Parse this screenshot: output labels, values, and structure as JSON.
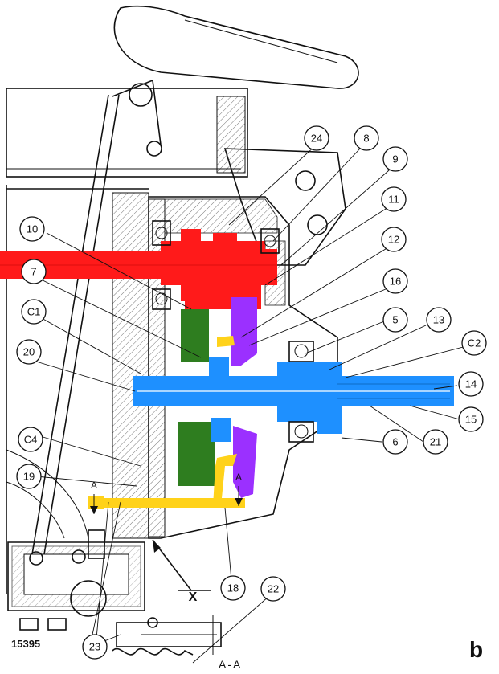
{
  "callouts": [
    {
      "id": "24",
      "label": "24"
    },
    {
      "id": "8",
      "label": "8"
    },
    {
      "id": "9",
      "label": "9"
    },
    {
      "id": "10",
      "label": "10"
    },
    {
      "id": "11",
      "label": "11"
    },
    {
      "id": "7",
      "label": "7"
    },
    {
      "id": "12",
      "label": "12"
    },
    {
      "id": "16",
      "label": "16"
    },
    {
      "id": "c1",
      "label": "C1"
    },
    {
      "id": "5",
      "label": "5"
    },
    {
      "id": "13",
      "label": "13"
    },
    {
      "id": "c2",
      "label": "C2"
    },
    {
      "id": "20",
      "label": "20"
    },
    {
      "id": "14",
      "label": "14"
    },
    {
      "id": "15",
      "label": "15"
    },
    {
      "id": "6",
      "label": "6"
    },
    {
      "id": "21",
      "label": "21"
    },
    {
      "id": "c4",
      "label": "C4"
    },
    {
      "id": "19",
      "label": "19"
    },
    {
      "id": "18",
      "label": "18"
    },
    {
      "id": "22",
      "label": "22"
    },
    {
      "id": "23",
      "label": "23"
    }
  ],
  "labels": {
    "figure_number": "15395",
    "section_mark": "A-A",
    "view_x": "X",
    "panel_letter": "b",
    "section_arrow_a": "A"
  },
  "colors": {
    "red_shaft": "#ff1a1a",
    "blue_shaft": "#1e90ff",
    "green_gear": "#2e7d1f",
    "purple_gear": "#9b30ff",
    "yellow_fork": "#ffd21a"
  }
}
